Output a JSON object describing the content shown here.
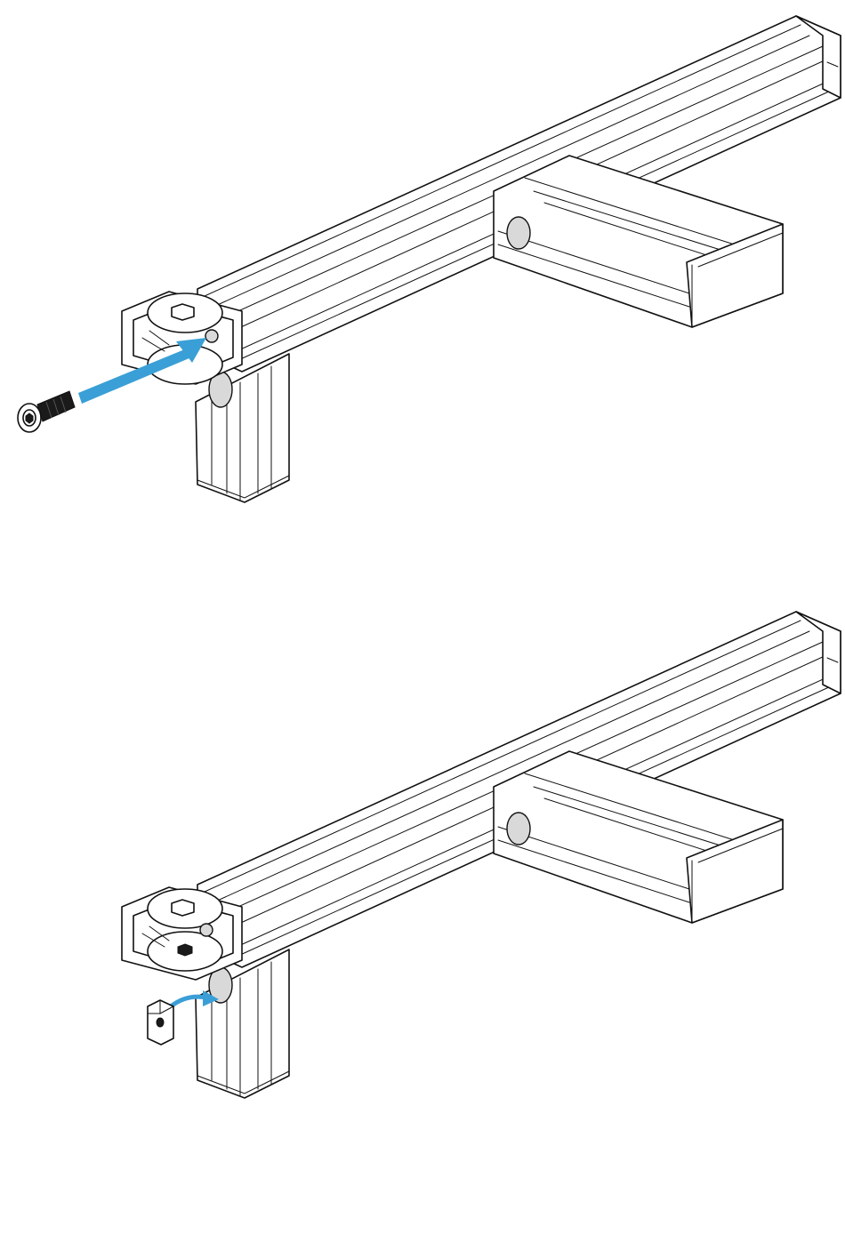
{
  "figure": {
    "steps": [
      {
        "id": "step-1",
        "action": "insert-screw",
        "arrow_style": "straight"
      },
      {
        "id": "step-2",
        "action": "insert-t-nut",
        "arrow_style": "curved"
      }
    ],
    "colors": {
      "arrow": "#3a9fd6",
      "line": "#111111",
      "fill": "#ffffff",
      "shade": "#d9d9d9"
    },
    "icons": [
      "socket-head-screw-icon",
      "t-slot-nut-icon",
      "corner-bracket-icon"
    ]
  }
}
